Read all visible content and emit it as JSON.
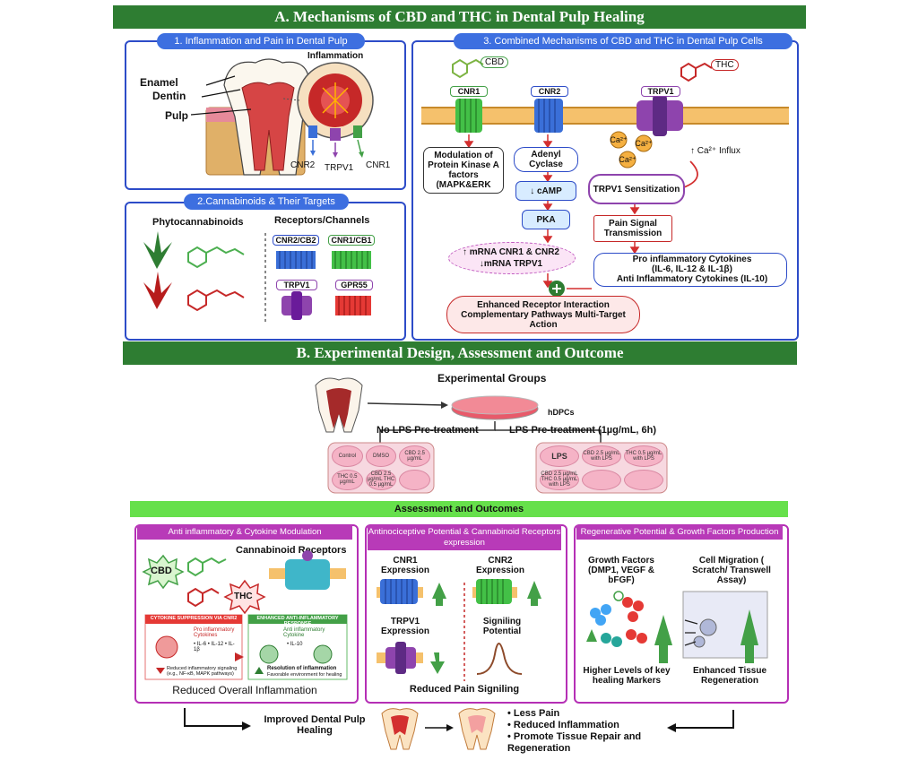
{
  "sectionA": {
    "title": "A. Mechanisms of CBD and THC in Dental Pulp Healing",
    "panel1": {
      "title": "1. Inflammation and Pain in Dental Pulp",
      "enamel": "Enamel",
      "dentin": "Dentin",
      "pulp": "Pulp",
      "inflammation": "Inflammation",
      "cnr2": "CNR2",
      "trpv1": "TRPV1",
      "cnr1": "CNR1"
    },
    "panel2": {
      "title": "2.Cannabinoids & Their Targets",
      "phyto": "Phytocannabinoids",
      "receptors": "Receptors/Channels",
      "cnr2cb2": "CNR2/CB2",
      "cnr1cb1": "CNR1/CB1",
      "trpv1": "TRPV1",
      "gpr55": "GPR55"
    },
    "panel3": {
      "title": "3. Combined Mechanisms of CBD and THC in Dental Pulp Cells",
      "cbd": "CBD",
      "thc": "THC",
      "cnr1": "CNR1",
      "cnr2": "CNR2",
      "trpv1": "TRPV1",
      "pka_mod": "Modulation of Protein Kinase A factors (MAPK&ERK",
      "adenyl": "Adenyl Cyclase",
      "camp": "↓ cAMP",
      "pka": "PKA",
      "mrna_up": "↑ mRNA CNR1 & CNR2",
      "mrna_down": "↓mRNA TRPV1",
      "ca": "Ca²⁺",
      "ca_influx": "↑ Ca²⁺ Influx",
      "sensitization": "TRPV1 Sensitization",
      "pain_signal": "Pain Signal Transmission",
      "pro_cyto": "Pro inflammatory Cytokines",
      "pro_cyto_list": "(IL-6, IL-12 & IL-1β)",
      "anti_cyto": "Anti Inflammatory Cytokines (IL-10)",
      "enhanced": "Enhanced Receptor Interaction Complementary Pathways Multi-Target Action"
    }
  },
  "sectionB": {
    "title": "B. Experimental Design, Assessment and Outcome",
    "groups_title": "Experimental Groups",
    "hdpcs": "hDPCs",
    "no_lps": "No LPS Pre-treatment",
    "lps": "LPS Pre-treatment (1µg/mL, 6h)",
    "wells_left": [
      "Control",
      "DMSO",
      "CBD 2.5 µg/mL",
      "THC 0.5 µg/mL",
      "CBD 2.5 µg/mL THC 0.5 µg/mL",
      ""
    ],
    "wells_right": [
      "LPS",
      "CBD 2.5 µg/mL with LPS",
      "THC 0.5 µg/mL with LPS",
      "CBD 2.5 µg/mL THC 0.5 µg/mL with LPS",
      "",
      ""
    ],
    "assessment_title": "Assessment and Outcomes",
    "col1": {
      "title": "Anti inflammatory & Cytokine Modulation",
      "receptors": "Cannabinoid Receptors",
      "cbd": "CBD",
      "thc": "THC",
      "supp": "CYTOKINE SUPPRESSION VIA CNR2",
      "enh": "ENHANCED ANTI-INFLAMMATORY RESPONSE",
      "pro": "Pro inflammatory Cytokines",
      "pro_list": "• IL-6  • IL-12  • IL-1β",
      "anti": "Anti inflammatory Cytokine",
      "anti_list": "• IL-10",
      "reduced_sig": "Reduced inflammatory signaling (e.g., NF-κB, MAPK pathways)",
      "resolution": "Resolution of inflammation",
      "resolution_sub": "Favorable environment for healing",
      "footer": "Reduced Overall Inflammation"
    },
    "col2": {
      "title": "Antinociceptive Potential & Cannabinoid Receptors expression",
      "cnr1": "CNR1 Expression",
      "cnr2": "CNR2 Expression",
      "trpv1": "TRPV1 Expression",
      "signal": "Signiling Potential",
      "footer": "Reduced Pain Signiling"
    },
    "col3": {
      "title": "Regenerative Potential & Growth Factors Production",
      "gf": "Growth Factors (DMP1, VEGF & bFGF)",
      "migration": "Cell Migration ( Scratch/ Transwell Assay)",
      "higher": "Higher Levels of key healing Markers",
      "enhanced": "Enhanced Tissue Regeneration"
    },
    "outcome": {
      "improved": "Improved Dental Pulp Healing",
      "bullets": [
        "Less Pain",
        "Reduced Inflammation",
        "Promote Tissue Repair and Regeneration"
      ]
    }
  },
  "colors": {
    "banner": "#2e7d32",
    "panel_border": "#2d4cc8",
    "accent_purple": "#b52fb5",
    "accent_green": "#66e04b"
  }
}
